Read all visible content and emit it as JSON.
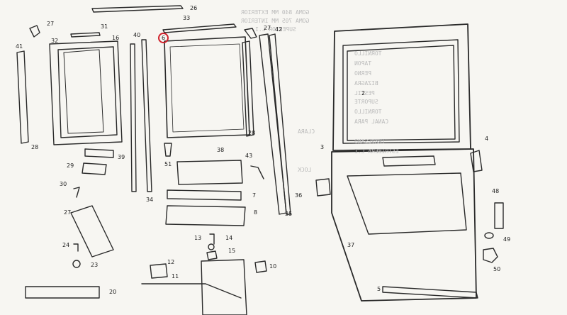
{
  "diagram": {
    "highlighted_part": "6",
    "callouts": [
      {
        "id": "c26",
        "text": "26"
      },
      {
        "id": "c33",
        "text": "33"
      },
      {
        "id": "c6",
        "text": "6"
      },
      {
        "id": "c27a",
        "text": "27"
      },
      {
        "id": "c31",
        "text": "31"
      },
      {
        "id": "c27b",
        "text": "27"
      },
      {
        "id": "c42",
        "text": "42"
      },
      {
        "id": "c41",
        "text": "41"
      },
      {
        "id": "c32",
        "text": "32"
      },
      {
        "id": "c16",
        "text": "16"
      },
      {
        "id": "c40",
        "text": "40"
      },
      {
        "id": "c28a",
        "text": "28"
      },
      {
        "id": "c28b",
        "text": "28"
      },
      {
        "id": "c2",
        "text": "2"
      },
      {
        "id": "c3",
        "text": "3"
      },
      {
        "id": "c4",
        "text": "4"
      },
      {
        "id": "c51",
        "text": "51"
      },
      {
        "id": "c38",
        "text": "38"
      },
      {
        "id": "c39",
        "text": "39"
      },
      {
        "id": "c29",
        "text": "29"
      },
      {
        "id": "c43",
        "text": "43"
      },
      {
        "id": "c30",
        "text": "30"
      },
      {
        "id": "c36",
        "text": "36"
      },
      {
        "id": "c34",
        "text": "34"
      },
      {
        "id": "c7",
        "text": "7"
      },
      {
        "id": "c48",
        "text": "48"
      },
      {
        "id": "c27c",
        "text": "27"
      },
      {
        "id": "c8",
        "text": "8"
      },
      {
        "id": "c35",
        "text": "35"
      },
      {
        "id": "c49",
        "text": "49"
      },
      {
        "id": "c13",
        "text": "13"
      },
      {
        "id": "c14",
        "text": "14"
      },
      {
        "id": "c15",
        "text": "15"
      },
      {
        "id": "c37",
        "text": "37"
      },
      {
        "id": "c24",
        "text": "24"
      },
      {
        "id": "c23",
        "text": "23"
      },
      {
        "id": "c12",
        "text": "12"
      },
      {
        "id": "c10",
        "text": "10"
      },
      {
        "id": "c50",
        "text": "50"
      },
      {
        "id": "c11",
        "text": "11"
      },
      {
        "id": "c20",
        "text": "20"
      },
      {
        "id": "c5",
        "text": "5"
      }
    ],
    "show_through_text": [
      "GOMA 840 MM EXTERIOR",
      "GOMA 705 MM INTERIOR",
      "SUPERIOR L.I",
      "TORNILLO",
      "TAPON",
      "PERNO",
      "BIZAGRA",
      "PESTIL",
      "SUPORTE",
      "TORNILLO",
      "CANAL PARA",
      "CLARA",
      "TRAVESANO",
      "ESTRIBERA L.I",
      "LOCK"
    ]
  }
}
